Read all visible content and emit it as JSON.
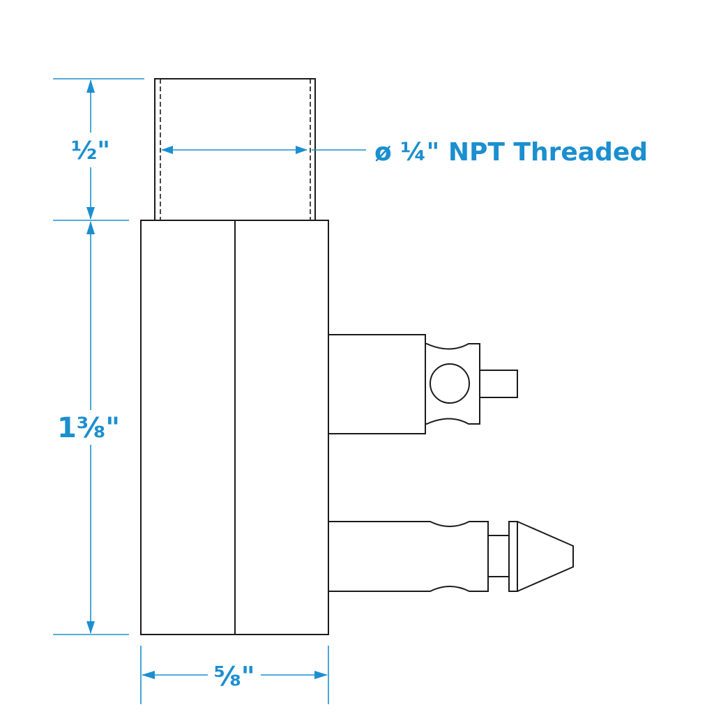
{
  "dimensions": {
    "pipe_height": "½\"",
    "body_height": "1⅜\"",
    "body_width": "⅝\"",
    "thread": "ø ¼\" NPT Threaded"
  },
  "colors": {
    "dimension": "#1b8fcf",
    "outline": "#1a1a1a"
  }
}
